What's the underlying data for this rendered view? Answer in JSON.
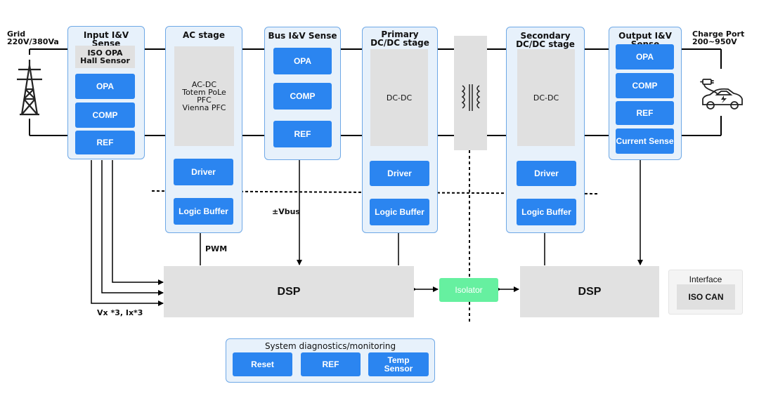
{
  "grid": {
    "label": "Grid\n220V/380Va"
  },
  "charge_port": {
    "label": "Charge Port\n200~950V"
  },
  "input_sense": {
    "title": "Input I&V Sense",
    "sensor": "ISO OPA\nHall Sensor",
    "opa": "OPA",
    "comp": "COMP",
    "ref": "REF"
  },
  "ac_stage": {
    "title": "AC stage",
    "core": "AC-DC\nTotem PoLe PFC\nVienna PFC",
    "driver": "Driver",
    "logic": "Logic Buffer"
  },
  "bus_sense": {
    "title": "Bus I&V Sense",
    "opa": "OPA",
    "comp": "COMP",
    "ref": "REF"
  },
  "primary": {
    "title": "Primary\nDC/DC stage",
    "core": "DC-DC",
    "driver": "Driver",
    "logic": "Logic Buffer"
  },
  "secondary": {
    "title": "Secondary\nDC/DC stage",
    "core": "DC-DC",
    "driver": "Driver",
    "logic": "Logic Buffer"
  },
  "output_sense": {
    "title": "Output I&V Sense",
    "opa": "OPA",
    "comp": "COMP",
    "ref": "REF",
    "current": "Current Sense"
  },
  "dsp_left": "DSP",
  "dsp_right": "DSP",
  "isolator": "Isolator",
  "interface": {
    "title": "Interface",
    "iso_can": "ISO CAN"
  },
  "labels": {
    "pwm": "PWM",
    "vbus": "±Vbus",
    "vx": "Vx *3, Ix*3"
  },
  "diagnostics": {
    "title": "System diagnostics/monitoring",
    "reset": "Reset",
    "ref": "REF",
    "temp": "Temp\nSensor"
  },
  "colors": {
    "panel_bg": "#e7f1fb",
    "panel_border": "#6ea8e6",
    "button": "#2b85f0",
    "isolator": "#66f0a0",
    "gray": "#e0e0e0"
  },
  "icons": {
    "grid": "power-tower-icon",
    "transformer": "transformer-icon",
    "car": "ev-car-icon"
  }
}
